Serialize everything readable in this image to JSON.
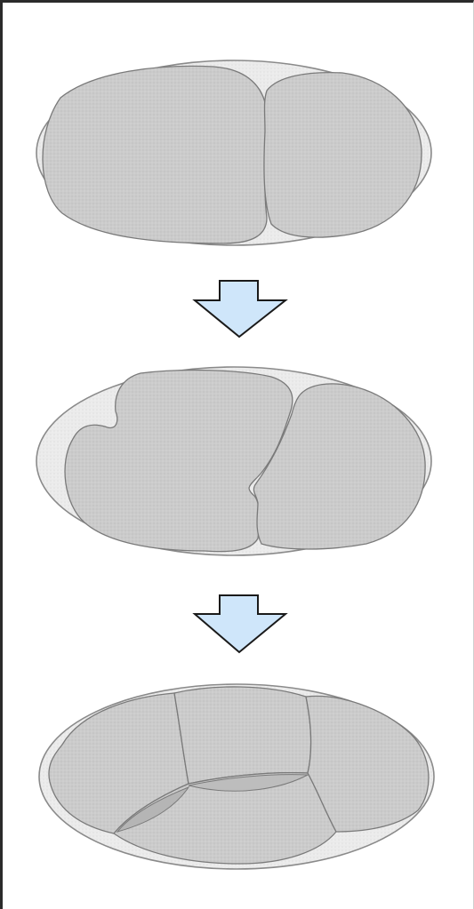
{
  "diagram": {
    "stages": [
      {
        "name": "two-cell-stage",
        "cells": 2
      },
      {
        "name": "three-cell-stage",
        "cells": 3
      },
      {
        "name": "four-cell-stage",
        "cells": 4
      }
    ],
    "colors": {
      "eggshell_fill": "#e6e6e6",
      "eggshell_stroke": "#8a8a8a",
      "cell_fill": "#c9c9c9",
      "cell_stroke": "#7a7a7a",
      "arrow_fill": "#cfe6fa",
      "arrow_stroke": "#1a1a1a",
      "frame": "#2b2b2b"
    },
    "icons": [
      "down-arrow-icon",
      "down-arrow-icon"
    ]
  }
}
